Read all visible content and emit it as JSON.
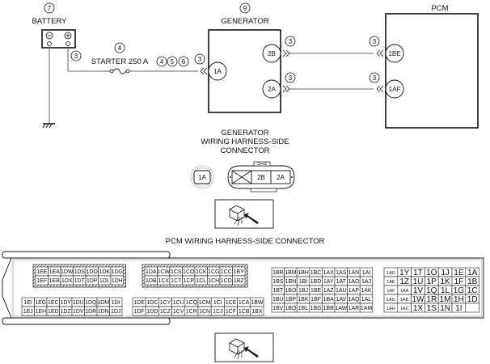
{
  "schematic": {
    "battery": {
      "number": "7",
      "label": "BATTERY",
      "neg": "−",
      "pos": "+"
    },
    "wire_battery": {
      "number": "3"
    },
    "fuse": {
      "number": "4",
      "label": "STARTER 250 A",
      "refs": [
        "4",
        "5",
        "6"
      ]
    },
    "generator": {
      "number": "9",
      "label": "GENERATOR",
      "terminals": [
        {
          "id": "1A",
          "wire": "3"
        },
        {
          "id": "2B",
          "wire": "3"
        },
        {
          "id": "2A",
          "wire": "3"
        }
      ]
    },
    "pcm": {
      "label": "PCM",
      "terminals": [
        {
          "id": "1BE",
          "wire": "3"
        },
        {
          "id": "1AF",
          "wire": "3"
        }
      ]
    }
  },
  "generator_connector": {
    "title_lines": [
      "GENERATOR",
      "WIRING HARNESS-SIDE",
      "CONNECTOR"
    ],
    "single_pin": "1A",
    "pins": [
      "2B",
      "2A"
    ]
  },
  "pcm_connector": {
    "title": "PCM WIRING HARNESS-SIDE CONNECTOR",
    "block1_top": [
      [
        "1EE",
        "1EA",
        "1DW",
        "1DS",
        "1DO",
        "1DK",
        "1DG"
      ],
      [
        "1EF",
        "1EB",
        "1DX",
        "1DT",
        "1DP",
        "1DL",
        "1DH"
      ]
    ],
    "block1_bottom": [
      [
        "1EI",
        "1EG",
        "1EC",
        "1DY",
        "1DU",
        "1DQ",
        "1DM",
        "1DI"
      ],
      [
        "1EJ",
        "1EH",
        "1ED",
        "1DZ",
        "1DV",
        "1DR",
        "1DN",
        "1DJ"
      ]
    ],
    "block2_top": [
      [
        "1DA",
        "1CW",
        "1CS",
        "1CO",
        "1CK",
        "1CG",
        "1CC",
        "1BY"
      ],
      [
        "1DB",
        "1CX",
        "1CT",
        "1CP",
        "1CL",
        "1CH",
        "1CD",
        "1BZ"
      ]
    ],
    "block2_bottom": [
      [
        "1DE",
        "1DC",
        "1CY",
        "1CU",
        "1CQ",
        "1CM",
        "1CI",
        "1CE",
        "1CA",
        "1BW"
      ],
      [
        "1DF",
        "1DD",
        "1CZ",
        "1CV",
        "1CR",
        "1CN",
        "1CJ",
        "1CF",
        "1CB",
        "1BX"
      ]
    ],
    "block3": [
      [
        "1BR",
        "1BM",
        "1BH",
        "1BC",
        "1AX",
        "1AS",
        "1AN",
        "1AI"
      ],
      [
        "1BS",
        "1BN",
        "1BI",
        "1BD",
        "1AY",
        "1AT",
        "1AO",
        "1AJ"
      ],
      [
        "1BT",
        "1BO",
        "1BJ",
        "1BE",
        "1AZ",
        "1AU",
        "1AP",
        "1AK"
      ],
      [
        "1BU",
        "1BP",
        "1BK",
        "1BF",
        "1BA",
        "1AV",
        "1AQ",
        "1AL"
      ],
      [
        "1BV",
        "1BQ",
        "1BL",
        "1BG",
        "1BB",
        "1AW",
        "1AR",
        "1AM"
      ]
    ],
    "block4": [
      [
        "1AD",
        "1Y",
        "1T",
        "1O",
        "1J",
        "1E",
        "1A"
      ],
      [
        "1AE",
        "1Z",
        "1U",
        "1P",
        "1K",
        "1F",
        "1B"
      ],
      [
        "1AF",
        "1AA",
        "1V",
        "1Q",
        "1L",
        "1G",
        "1C"
      ],
      [
        "1AG",
        "1AB",
        "1W",
        "1R",
        "1M",
        "1H",
        "1D"
      ],
      [
        "1AH",
        "1AC",
        "1X",
        "1S",
        "1N",
        "1I",
        ""
      ]
    ]
  }
}
